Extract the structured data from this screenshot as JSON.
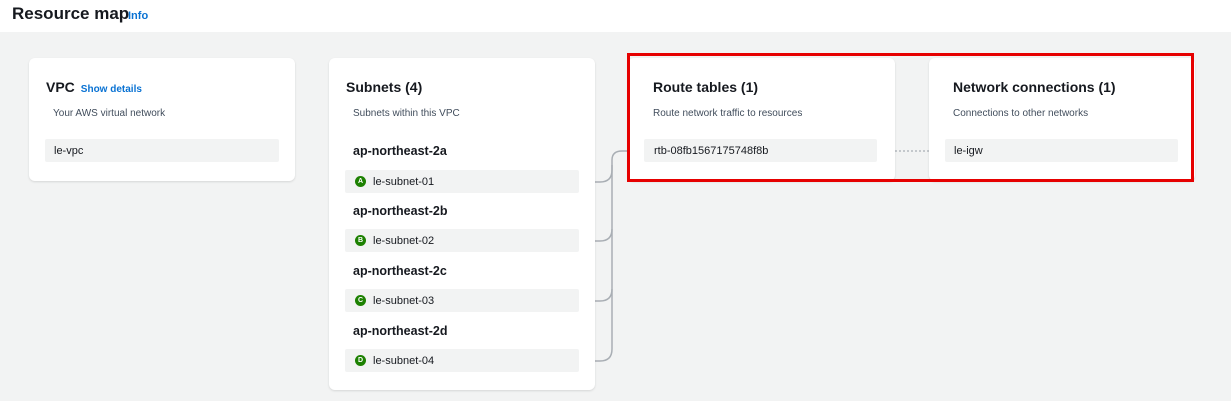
{
  "header": {
    "title": "Resource map",
    "info_label": "Info"
  },
  "vpc": {
    "title": "VPC",
    "show_details_label": "Show details",
    "description": "Your AWS virtual network",
    "items": [
      "le-vpc"
    ]
  },
  "subnets": {
    "title": "Subnets (4)",
    "description": "Subnets within this VPC",
    "zones": [
      {
        "name": "ap-northeast-2a",
        "badge": "A",
        "subnet": "le-subnet-01"
      },
      {
        "name": "ap-northeast-2b",
        "badge": "B",
        "subnet": "le-subnet-02"
      },
      {
        "name": "ap-northeast-2c",
        "badge": "C",
        "subnet": "le-subnet-03"
      },
      {
        "name": "ap-northeast-2d",
        "badge": "D",
        "subnet": "le-subnet-04"
      }
    ]
  },
  "route_tables": {
    "title": "Route tables (1)",
    "description": "Route network traffic to resources",
    "items": [
      "rtb-08fb1567175748f8b"
    ]
  },
  "network_connections": {
    "title": "Network connections (1)",
    "description": "Connections to other networks",
    "items": [
      "le-igw"
    ]
  },
  "colors": {
    "badge_green": "#1d8102",
    "link_blue": "#0972d3",
    "highlight_red": "#e60000",
    "canvas_gray": "#f2f3f3"
  }
}
